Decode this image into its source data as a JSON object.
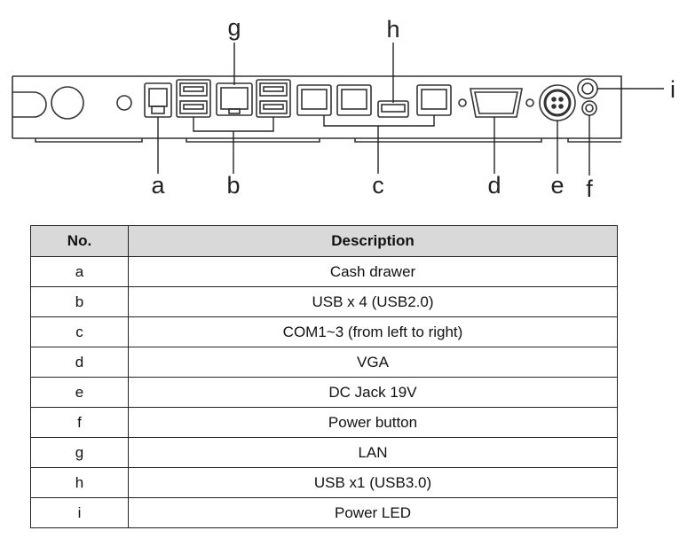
{
  "diagram": {
    "callouts": [
      {
        "id": "a",
        "text": "a"
      },
      {
        "id": "b",
        "text": "b"
      },
      {
        "id": "c",
        "text": "c"
      },
      {
        "id": "d",
        "text": "d"
      },
      {
        "id": "e",
        "text": "e"
      },
      {
        "id": "f",
        "text": "f"
      },
      {
        "id": "g",
        "text": "g"
      },
      {
        "id": "h",
        "text": "h"
      },
      {
        "id": "i",
        "text": "i"
      }
    ]
  },
  "table": {
    "headers": [
      "No.",
      "Description"
    ],
    "rows": [
      {
        "no": "a",
        "description": "Cash drawer"
      },
      {
        "no": "b",
        "description": "USB x 4 (USB2.0)"
      },
      {
        "no": "c",
        "description": "COM1~3 (from left to right)"
      },
      {
        "no": "d",
        "description": "VGA"
      },
      {
        "no": "e",
        "description": "DC Jack 19V"
      },
      {
        "no": "f",
        "description": "Power button"
      },
      {
        "no": "g",
        "description": "LAN"
      },
      {
        "no": "h",
        "description": "USB x1 (USB3.0)"
      },
      {
        "no": "i",
        "description": "Power LED"
      }
    ]
  }
}
